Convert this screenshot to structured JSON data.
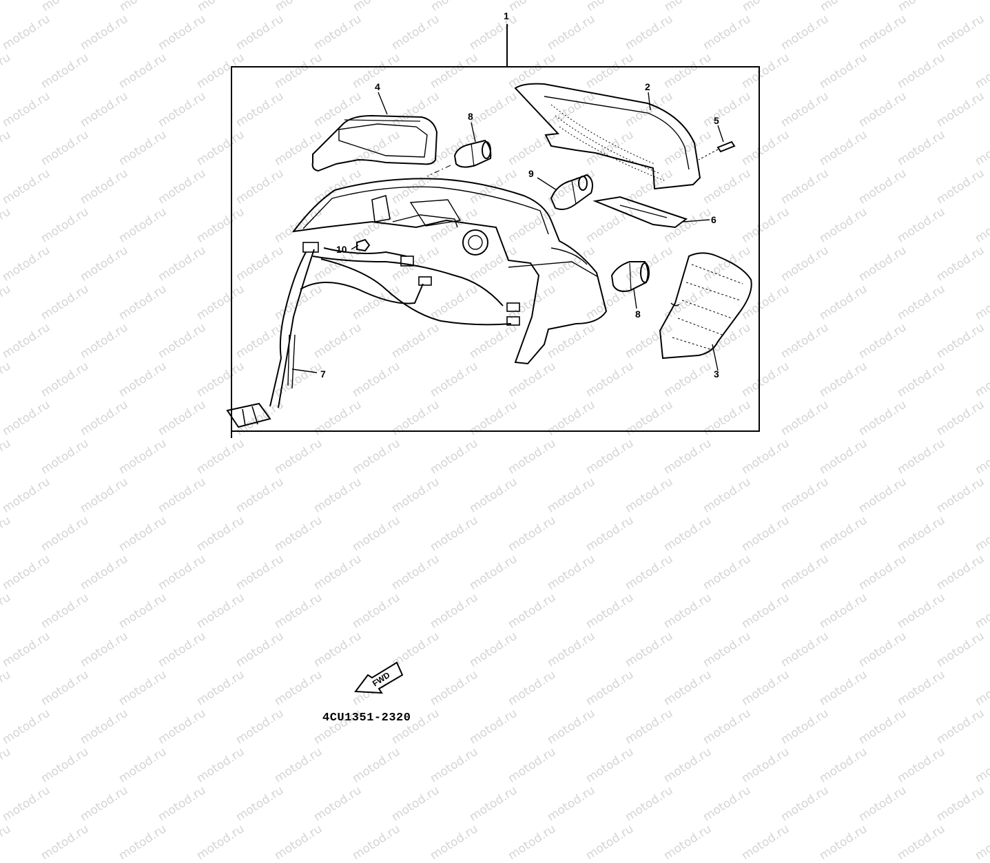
{
  "watermark": "motod.ru",
  "callouts": [
    {
      "id": "c1",
      "label": "1"
    },
    {
      "id": "c2",
      "label": "2"
    },
    {
      "id": "c3",
      "label": "3"
    },
    {
      "id": "c4",
      "label": "4"
    },
    {
      "id": "c5",
      "label": "5"
    },
    {
      "id": "c6",
      "label": "6"
    },
    {
      "id": "c7",
      "label": "7"
    },
    {
      "id": "c8a",
      "label": "8"
    },
    {
      "id": "c8b",
      "label": "8"
    },
    {
      "id": "c9",
      "label": "9"
    },
    {
      "id": "c10",
      "label": "10"
    }
  ],
  "fwd_label": "FWD",
  "diagram_code": "4CU1351-2320"
}
